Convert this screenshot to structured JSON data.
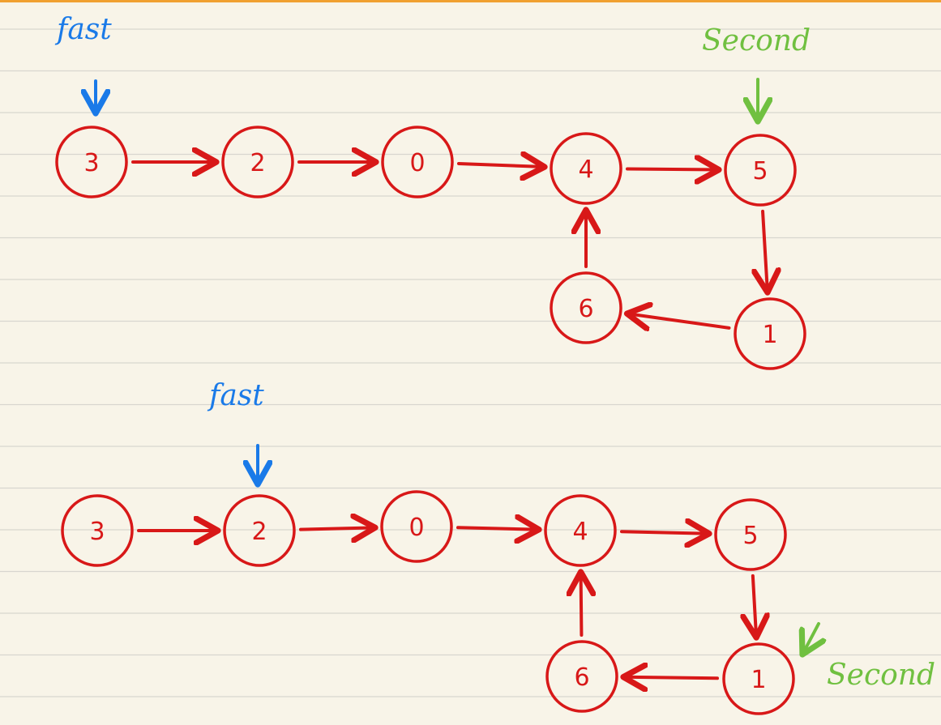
{
  "colors": {
    "paper": "#f8f4e8",
    "ruled_line": "#d8d6cf",
    "top_border": "#f0a030",
    "node_stroke": "#d81818",
    "fast_pointer": "#1a7ae8",
    "second_pointer": "#70c040"
  },
  "diagrams": [
    {
      "nodes": [
        "3",
        "2",
        "0",
        "4",
        "5",
        "1",
        "6"
      ],
      "links": [
        [
          0,
          1
        ],
        [
          1,
          2
        ],
        [
          2,
          3
        ],
        [
          3,
          4
        ],
        [
          4,
          5
        ],
        [
          5,
          6
        ],
        [
          6,
          3
        ]
      ],
      "pointers": [
        {
          "label": "fast",
          "points_to_index": 0,
          "color_key": "fast_pointer"
        },
        {
          "label": "Second",
          "points_to_index": 4,
          "color_key": "second_pointer"
        }
      ]
    },
    {
      "nodes": [
        "3",
        "2",
        "0",
        "4",
        "5",
        "1",
        "6"
      ],
      "links": [
        [
          0,
          1
        ],
        [
          1,
          2
        ],
        [
          2,
          3
        ],
        [
          3,
          4
        ],
        [
          4,
          5
        ],
        [
          5,
          6
        ],
        [
          6,
          3
        ]
      ],
      "pointers": [
        {
          "label": "fast",
          "points_to_index": 1,
          "color_key": "fast_pointer"
        },
        {
          "label": "Second",
          "points_to_index": 5,
          "color_key": "second_pointer"
        }
      ]
    }
  ]
}
